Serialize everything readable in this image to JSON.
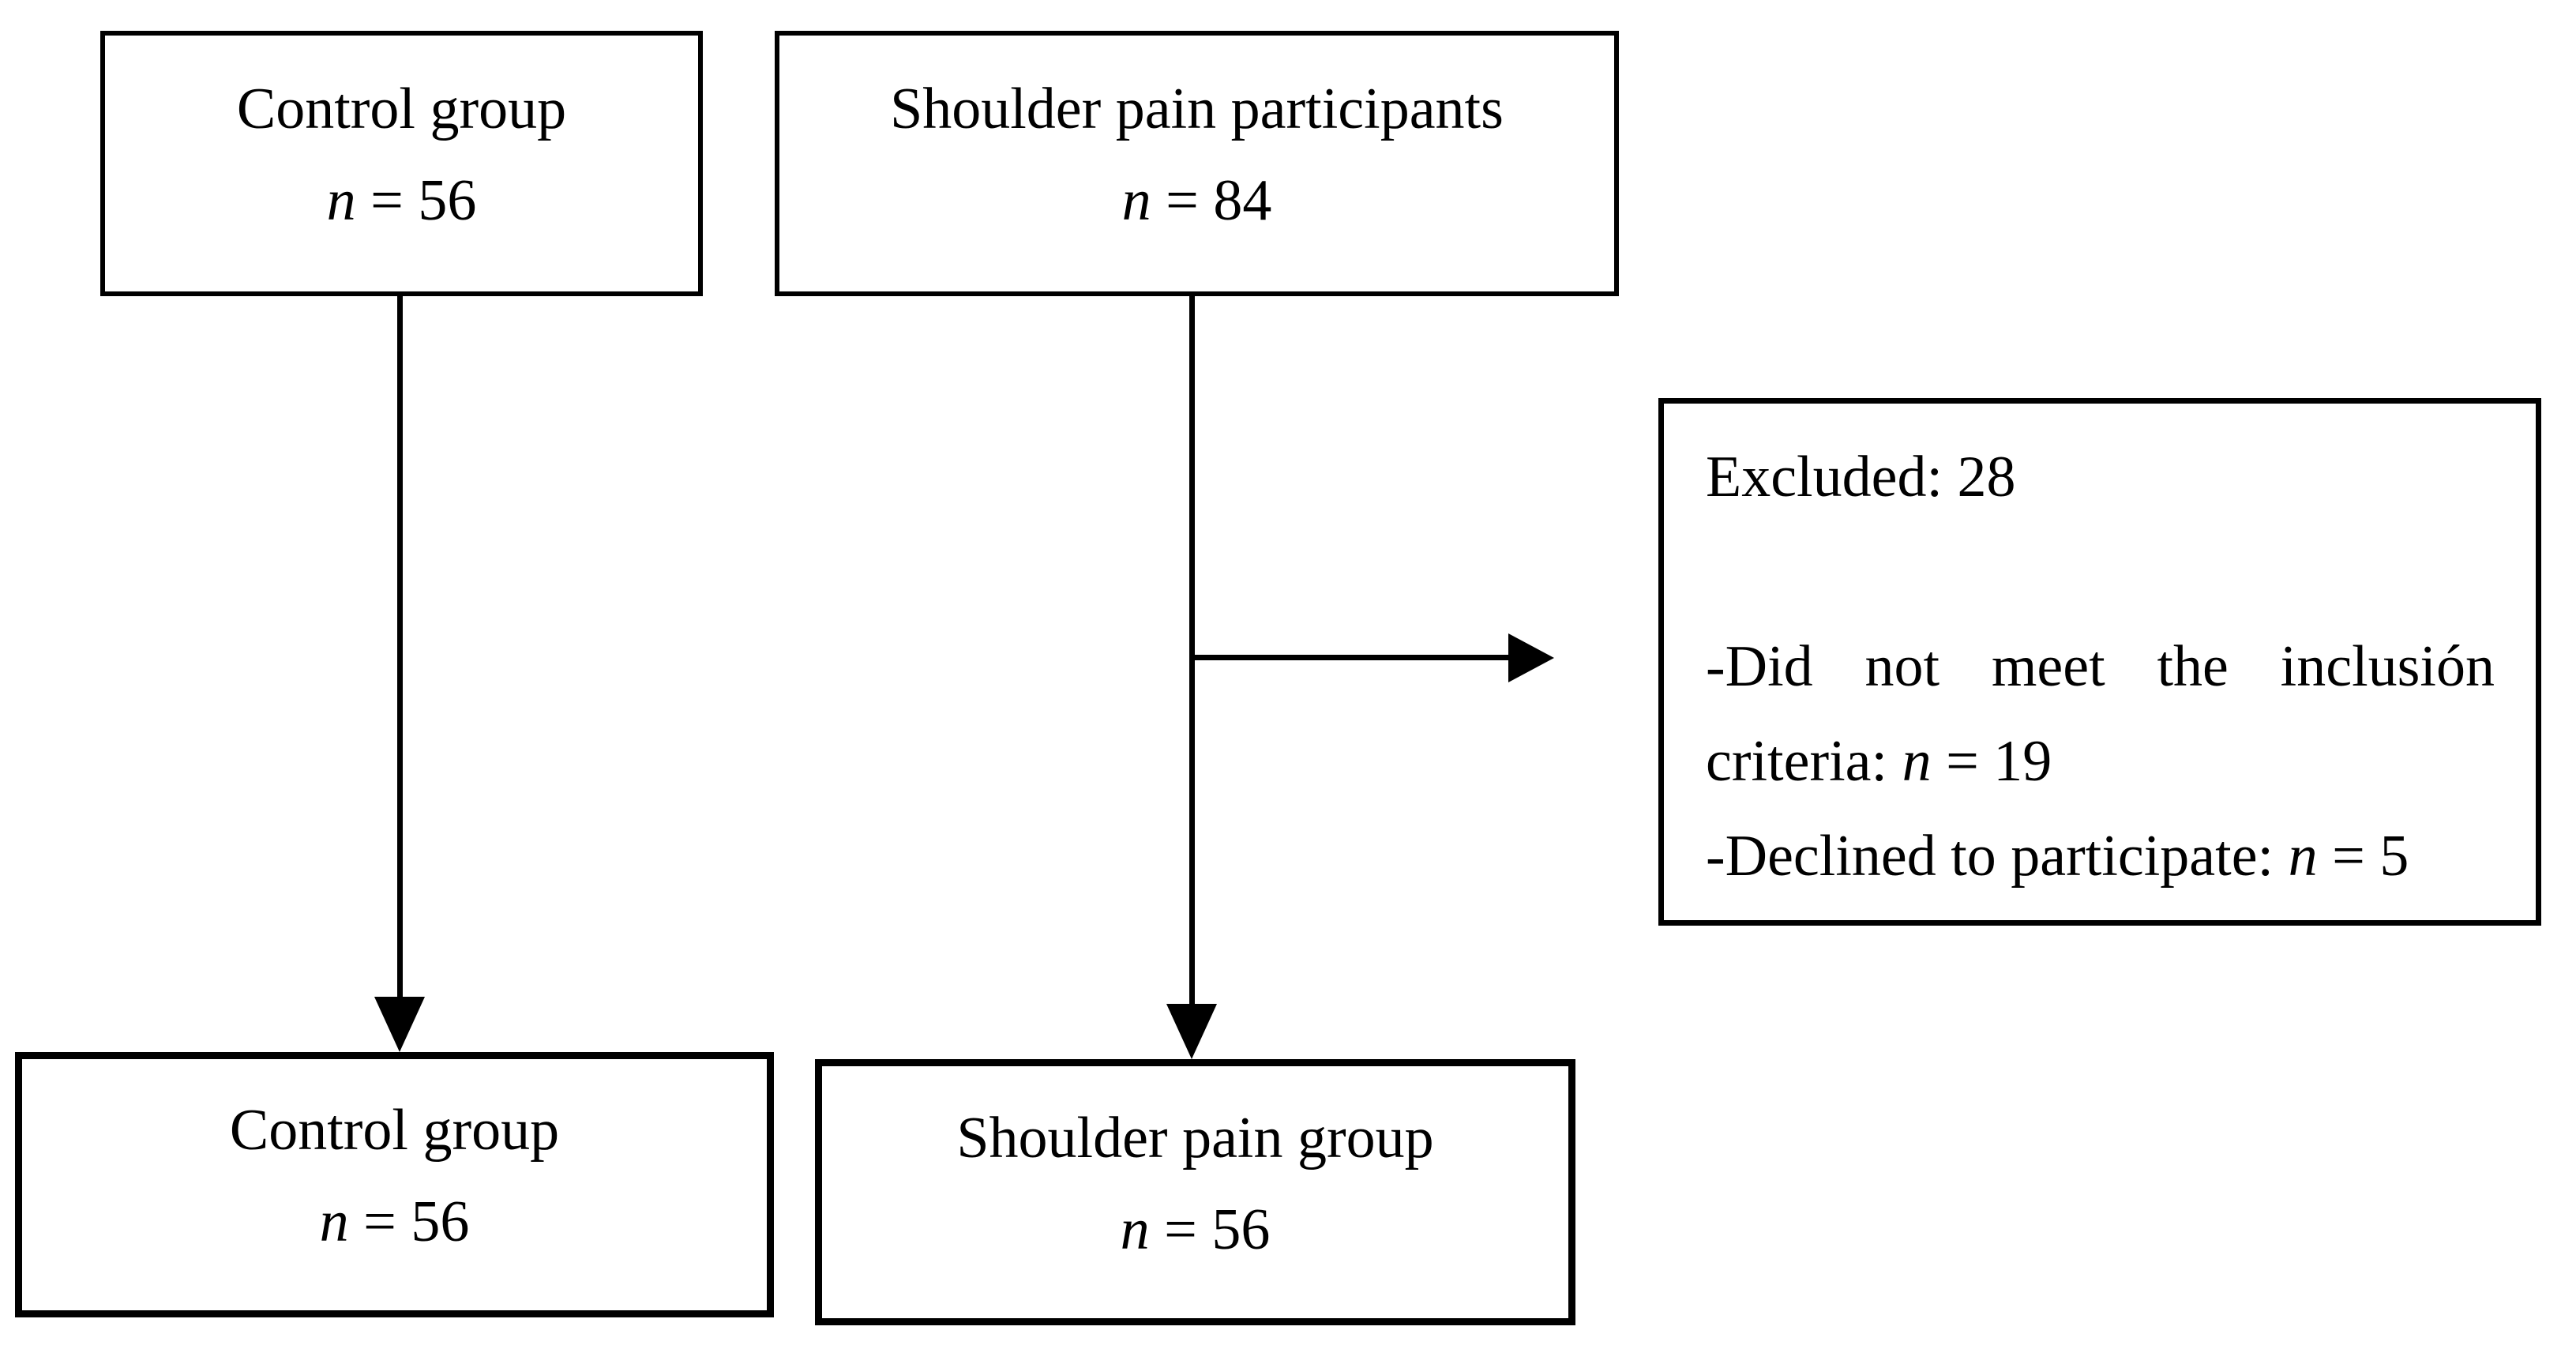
{
  "diagram": {
    "ink_color": "#000000",
    "background_color": "#ffffff",
    "boxes": {
      "control_initial": {
        "line1": "Control group",
        "n_italic": "n",
        "n_rest": " = 56"
      },
      "shoulder_participants": {
        "line1": "Shoulder pain participants",
        "n_italic": "n",
        "n_rest": " = 84"
      },
      "excluded": {
        "header": "Excluded: 28",
        "bullet1_line1": "-Did not meet the inclusión",
        "bullet1_line2_prefix": "criteria: ",
        "bullet1_n_italic": "n",
        "bullet1_n_rest": " = 19",
        "bullet2_prefix": "-Declined to participate: ",
        "bullet2_n_italic": "n",
        "bullet2_n_rest": " = 5"
      },
      "control_final": {
        "line1": "Control group",
        "n_italic": "n",
        "n_rest": " = 56"
      },
      "shoulder_final": {
        "line1": "Shoulder pain group",
        "n_italic": "n",
        "n_rest": " = 56"
      }
    }
  }
}
